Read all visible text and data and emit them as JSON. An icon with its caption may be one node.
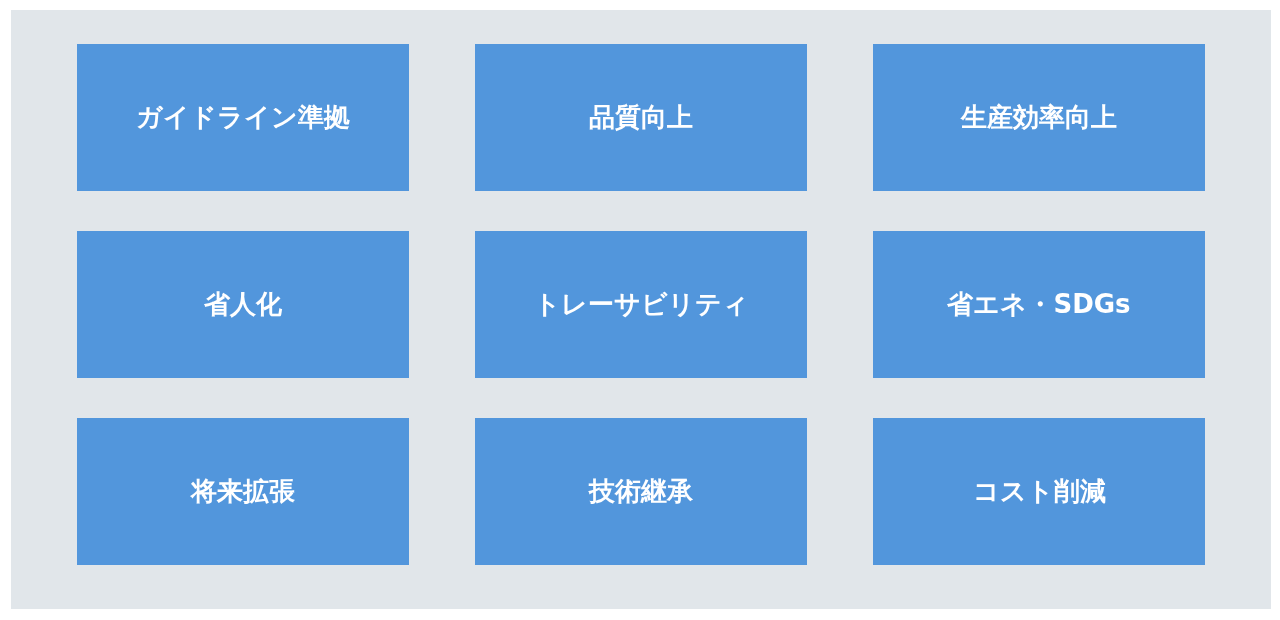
{
  "diagram": {
    "nodes": [
      {
        "text": [
          "ガイドライン準拠"
        ]
      },
      {
        "text": [
          "品質向上"
        ]
      },
      {
        "text": [
          "生産効率向上"
        ]
      },
      {
        "text": [
          "省人化"
        ]
      },
      {
        "text": [
          "トレーサビリティ"
        ]
      },
      {
        "text": [
          "省エネ・SDGs"
        ]
      },
      {
        "text": [
          "将来拡張"
        ]
      },
      {
        "text": [
          "技術継承"
        ]
      },
      {
        "text": [
          "コスト削減"
        ]
      }
    ]
  }
}
